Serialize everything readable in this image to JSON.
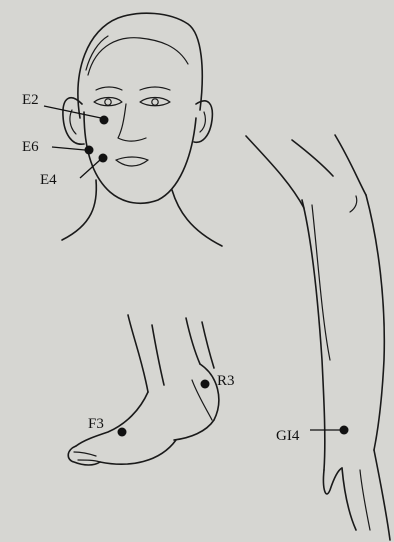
{
  "points": [
    {
      "id": "e2",
      "label": "E2"
    },
    {
      "id": "e6",
      "label": "E6"
    },
    {
      "id": "e4",
      "label": "E4"
    },
    {
      "id": "r3",
      "label": "R3"
    },
    {
      "id": "f3",
      "label": "F3"
    },
    {
      "id": "gi4",
      "label": "GI4"
    }
  ]
}
